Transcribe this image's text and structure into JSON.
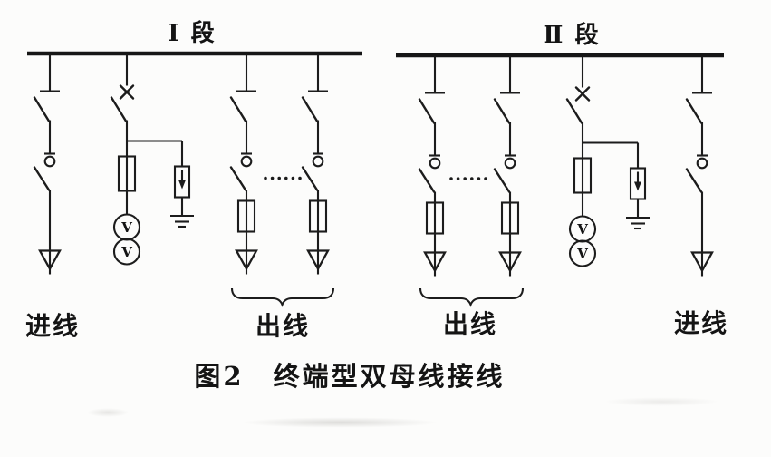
{
  "figure": {
    "type": "single-line electrical diagram",
    "caption": "图2　终端型双母线接线",
    "bus1_label": "Ⅰ 段",
    "bus2_label": "Ⅱ 段",
    "incoming_left_label": "进线",
    "outgoing_left_label": "出线",
    "outgoing_right_label": "出线",
    "incoming_right_label": "进线",
    "vt_winding_label": "V",
    "colors": {
      "ink": "#1c1c1c",
      "paper": "#fcfcfb"
    }
  }
}
